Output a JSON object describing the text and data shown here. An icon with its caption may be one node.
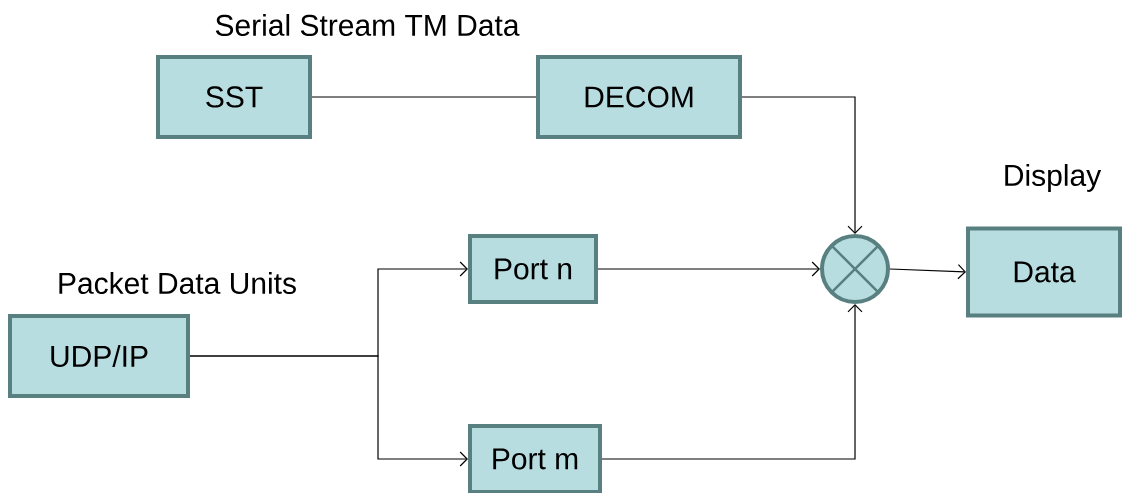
{
  "diagram": {
    "nodes": [
      {
        "text": [
          "SST"
        ]
      },
      {
        "text": [
          "DECOM"
        ]
      },
      {
        "text": [
          "UDP/IP"
        ],
        "beside": [
          "Packet Data Units"
        ]
      },
      {
        "text": [
          "Port n"
        ]
      },
      {
        "text": [
          "Port m"
        ]
      },
      {
        "text": [],
        "shape": "circle"
      },
      {
        "text": [
          "Data"
        ],
        "beside": [
          "Display"
        ]
      }
    ],
    "edges": [
      {
        "from": 0,
        "to": 1,
        "arrow": "none"
      },
      {
        "from": 1,
        "to": 5,
        "arrow": "to"
      },
      {
        "from": 2,
        "to": 3,
        "arrow": "to"
      },
      {
        "from": 2,
        "to": 4,
        "arrow": "to"
      },
      {
        "from": 3,
        "to": 5,
        "arrow": "to"
      },
      {
        "from": 4,
        "to": 5,
        "arrow": "to"
      },
      {
        "from": 5,
        "to": 6,
        "arrow": "to"
      }
    ],
    "labels": [
      "Serial Stream TM Data"
    ]
  }
}
